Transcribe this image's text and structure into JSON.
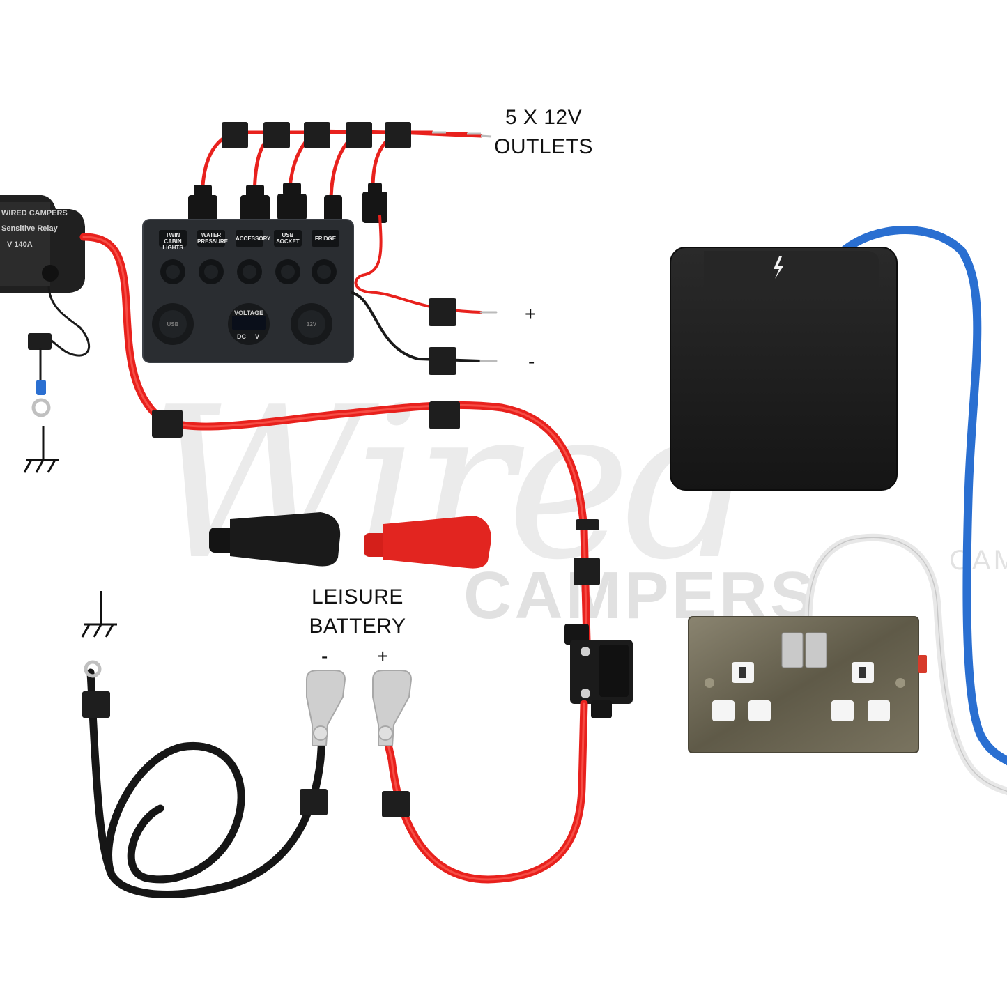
{
  "labels": {
    "outlets_line1": "5 X 12V",
    "outlets_line2": "OUTLETS",
    "plus_terminal": "+",
    "minus_terminal": "-",
    "battery_line1": "LEISURE",
    "battery_line2": "BATTERY",
    "battery_minus": "-",
    "battery_plus": "+"
  },
  "watermark": {
    "brand": "CAMPERS",
    "brand_right": "CAM"
  },
  "switch_panel": {
    "switch_labels": [
      "TWIN CABIN LIGHTS",
      "WATER PRESSURE",
      "ACCESSORY",
      "USB SOCKET",
      "FRIDGE"
    ],
    "usb_label": "USB",
    "socket_label": "12V",
    "voltmeter_label": "VOLTAGE",
    "voltmeter_dc": "DC",
    "voltmeter_v": "V"
  },
  "relay": {
    "brand": "WIRED CAMPERS",
    "type": "Sensitive Relay",
    "rating": "V 140A"
  },
  "colors": {
    "red_wire": "#e8211d",
    "black_wire": "#1a1a1a",
    "blue_wire": "#2a6fd1",
    "white_wire": "#e8e8e8",
    "panel": "#2a2d31",
    "hookup_box": "#1c1c1c",
    "socket_plate": "#6b6550"
  },
  "icons": [
    "ground-symbol-icon",
    "lightning-icon"
  ]
}
